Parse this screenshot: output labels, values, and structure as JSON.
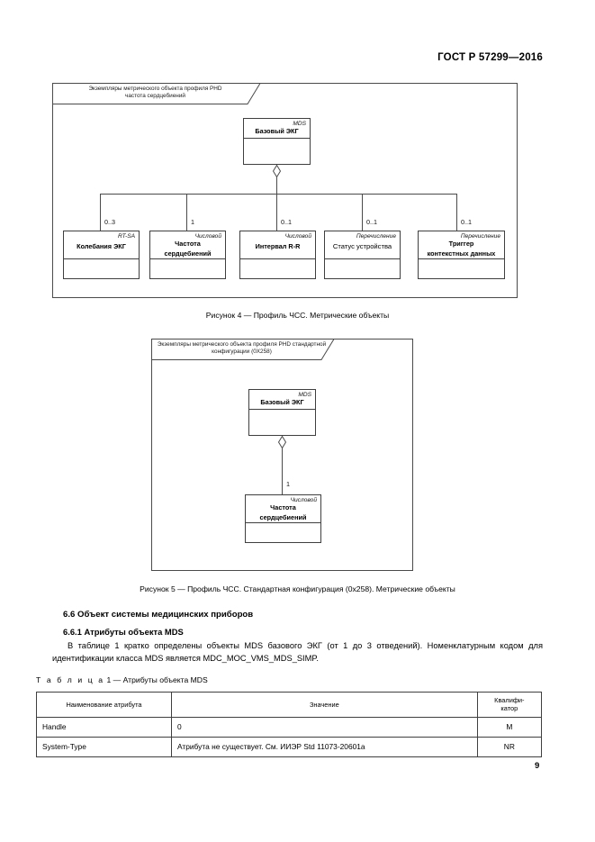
{
  "header": {
    "standard": "ГОСТ Р 57299—2016"
  },
  "figure4": {
    "frame_label_line1": "Экземпляры метрического объекта профиля PHD",
    "frame_label_line2": "частота  сердцебиений",
    "root": {
      "stereotype": "MDS",
      "name": "Базовый ЭКГ"
    },
    "children": [
      {
        "multiplicity": "0..3",
        "stereotype": "RT-SA",
        "name": "Колебания ЭКГ"
      },
      {
        "multiplicity": "1",
        "stereotype": "Числовой",
        "name_line1": "Частота",
        "name_line2": "сердцебиений"
      },
      {
        "multiplicity": "0..1",
        "stereotype": "Числовой",
        "name": "Интервал R-R"
      },
      {
        "multiplicity": "0..1",
        "stereotype": "Перечисление",
        "name": "Статус устройства"
      },
      {
        "multiplicity": "0..1",
        "stereotype": "Перечисление",
        "name_line1": "Триггер",
        "name_line2": "контекстных данных"
      }
    ],
    "caption": "Рисунок 4 — Профиль ЧСС. Метрические объекты"
  },
  "figure5": {
    "frame_label_line1": "Экземпляры метрического объекта профиля PHD  стандартной",
    "frame_label_line2": "конфигурации  (0X258)",
    "root": {
      "stereotype": "MDS",
      "name": "Базовый ЭКГ"
    },
    "child": {
      "multiplicity": "1",
      "stereotype": "Числовой",
      "name_line1": "Частота",
      "name_line2": "сердцебиений"
    },
    "caption": "Рисунок 5 — Профиль ЧСС. Стандартная конфигурация (0x258). Метрические объекты"
  },
  "section": {
    "heading_6_6": "6.6 Объект системы медицинских приборов",
    "heading_6_6_1": "6.6.1 Атрибуты объекта MDS",
    "paragraph": "В таблице 1 кратко определены объекты MDS базового ЭКГ (от 1 до 3 отведений). Номенклатурным кодом для идентификации класса MDS является MDC_MOC_VMS_MDS_SIMP."
  },
  "table": {
    "title_label": "Т а б л и ц а",
    "title_rest": " 1 — Атрибуты объекта MDS",
    "columns": [
      "Наименование атрибута",
      "Значение",
      "Квалифи-\nкатор"
    ],
    "column_head_1": "Наименование атрибута",
    "column_head_2": "Значение",
    "column_head_3_line1": "Квалифи-",
    "column_head_3_line2": "катор",
    "rows": [
      {
        "attribute": "Handle",
        "value": "0",
        "qualifier": "M"
      },
      {
        "attribute": "System-Type",
        "value": "Атрибута не существует. См. ИИЭР Std 11073-20601а",
        "qualifier": "NR"
      }
    ]
  },
  "footer": {
    "page_number": "9"
  }
}
